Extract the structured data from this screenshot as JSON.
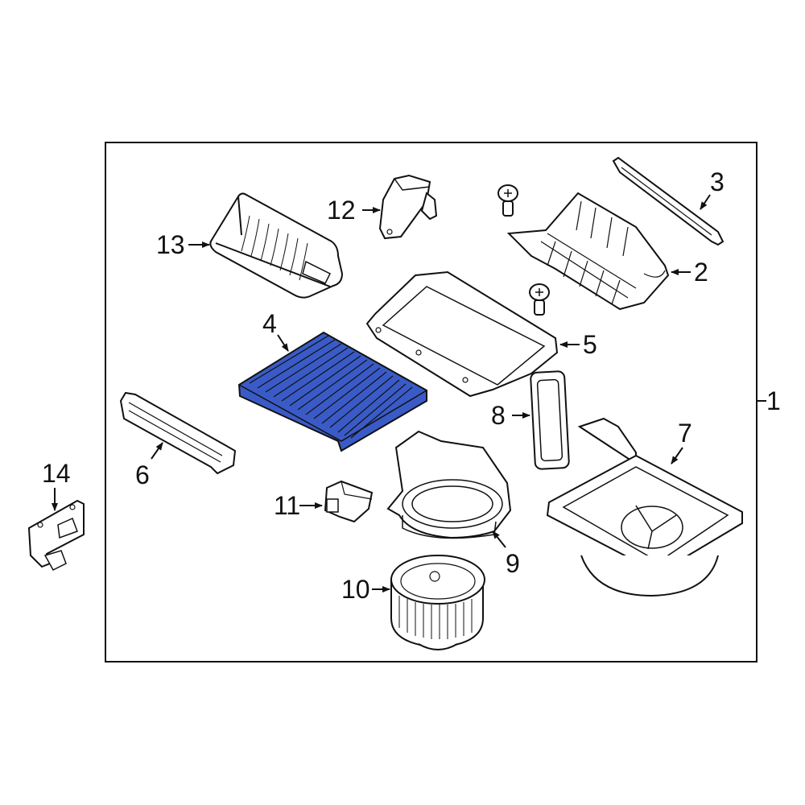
{
  "diagram": {
    "type": "exploded parts diagram",
    "subject": "HVAC blower housing assembly with cabin air filter",
    "highlight_color": "#3a5bc7",
    "line_color": "#111111",
    "background": "#ffffff",
    "frame_label": "1",
    "highlighted_part": "4"
  },
  "callouts": [
    {
      "id": "1",
      "label": "1"
    },
    {
      "id": "2",
      "label": "2"
    },
    {
      "id": "3",
      "label": "3"
    },
    {
      "id": "4",
      "label": "4"
    },
    {
      "id": "5",
      "label": "5"
    },
    {
      "id": "6",
      "label": "6"
    },
    {
      "id": "7",
      "label": "7"
    },
    {
      "id": "8",
      "label": "8"
    },
    {
      "id": "9",
      "label": "9"
    },
    {
      "id": "10",
      "label": "10"
    },
    {
      "id": "11",
      "label": "11"
    },
    {
      "id": "12",
      "label": "12"
    },
    {
      "id": "13",
      "label": "13"
    },
    {
      "id": "14",
      "label": "14"
    }
  ]
}
